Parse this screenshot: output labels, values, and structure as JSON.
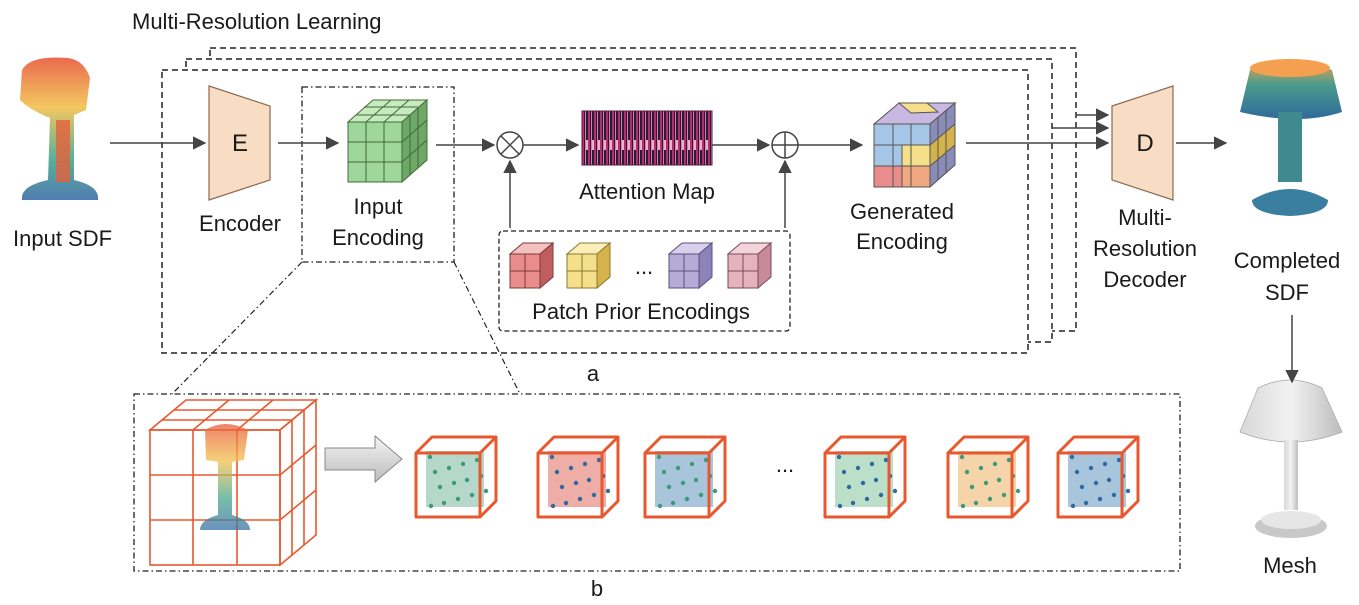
{
  "title": "Multi-Resolution Learning",
  "input_label": "Input SDF",
  "encoder": {
    "letter": "E",
    "label": "Encoder"
  },
  "input_encoding": {
    "line1": "Input",
    "line2": "Encoding"
  },
  "attention_map": "Attention Map",
  "patch_priors": {
    "label": "Patch Prior Encodings",
    "ellipsis": "..."
  },
  "generated_encoding": {
    "line1": "Generated",
    "line2": "Encoding"
  },
  "decoder": {
    "letter": "D",
    "line1": "Multi-",
    "line2": "Resolution",
    "line3": "Decoder"
  },
  "output": {
    "line1": "Completed",
    "line2": "SDF"
  },
  "mesh_label": "Mesh",
  "panel_a": "a",
  "panel_b": "b",
  "patch_ellipsis": "...",
  "colors": {
    "encoder_fill": "#f9dcc4",
    "input_cube": "#9fd69a",
    "attention": "#b0326c",
    "patch_red": "#e98c8c",
    "patch_yellow": "#f5df8a",
    "patch_purple": "#b4acd6",
    "patch_pink": "#e6b3bd",
    "grid_orange": "#e8582e"
  }
}
